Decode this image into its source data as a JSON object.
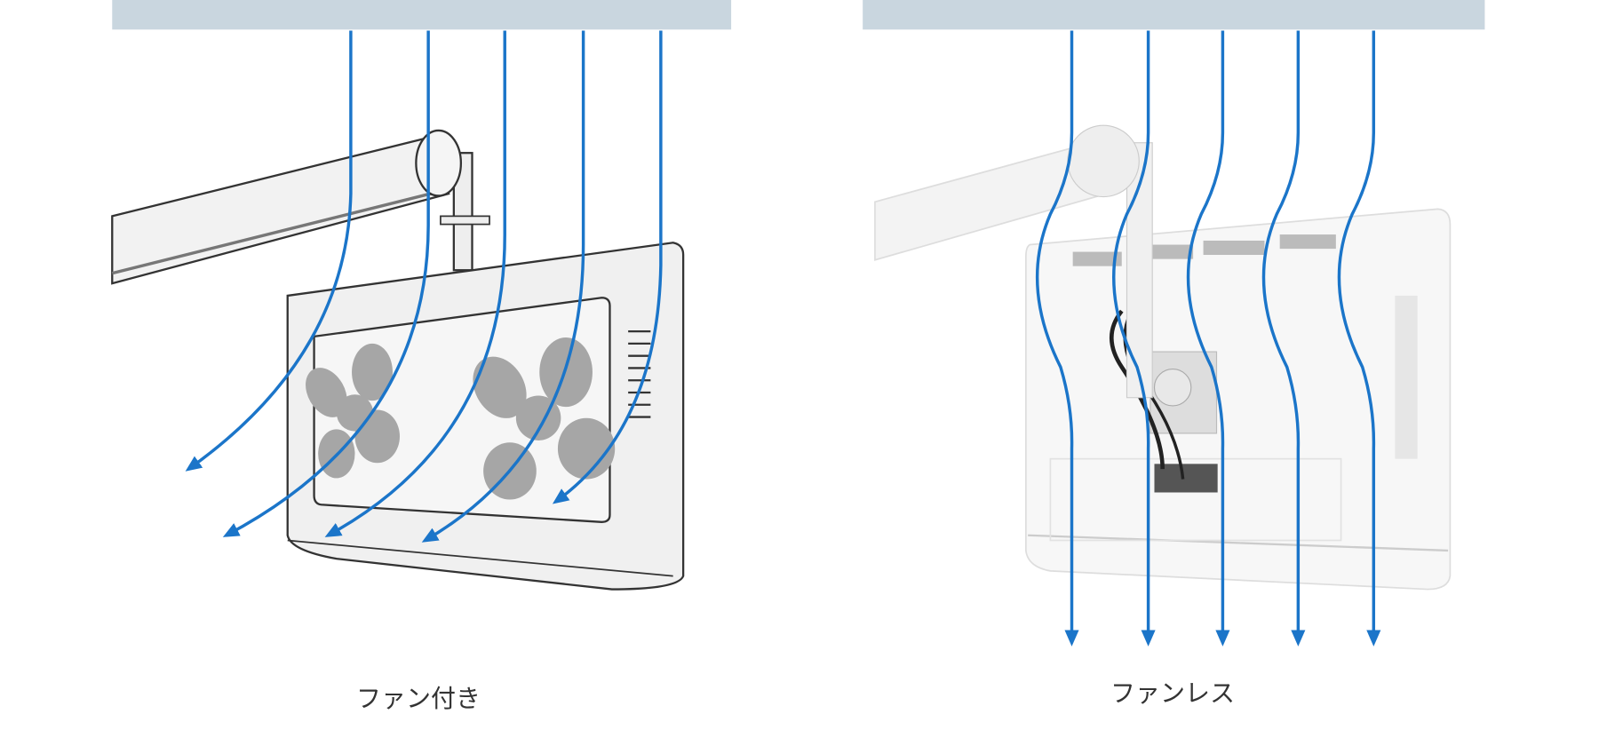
{
  "panels": [
    {
      "id": "with-fan",
      "caption": "ファン付き"
    },
    {
      "id": "fanless",
      "caption": "ファンレス"
    }
  ],
  "colors": {
    "ceiling": "#c9d6df",
    "airflow": "#1b75c9",
    "fan_blade": "#a6a6a6",
    "monitor": "#efefef"
  }
}
